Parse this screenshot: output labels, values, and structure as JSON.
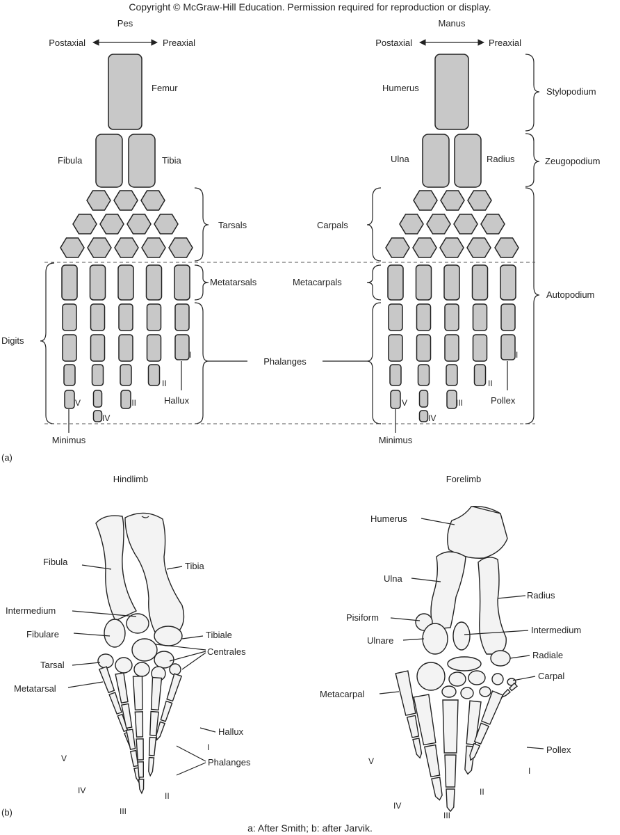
{
  "copyright": "Copyright © McGraw-Hill Education. Permission required for reproduction or display.",
  "panel_a": {
    "tag": "(a)",
    "pes": {
      "title": "Pes",
      "postaxial": "Postaxial",
      "preaxial": "Preaxial",
      "femur": "Femur",
      "fibula": "Fibula",
      "tibia": "Tibia",
      "tarsals": "Tarsals",
      "metatarsals": "Metatarsals",
      "phalanges": "Phalanges",
      "digits": "Digits",
      "hallux": "Hallux",
      "minimus": "Minimus",
      "numerals": [
        "V",
        "IV",
        "III",
        "II",
        "I"
      ]
    },
    "manus": {
      "title": "Manus",
      "postaxial": "Postaxial",
      "preaxial": "Preaxial",
      "humerus": "Humerus",
      "ulna": "Ulna",
      "radius": "Radius",
      "carpals": "Carpals",
      "metacarpals": "Metacarpals",
      "pollex": "Pollex",
      "minimus": "Minimus",
      "numerals": [
        "V",
        "IV",
        "III",
        "II",
        "I"
      ]
    },
    "regions": {
      "stylopodium": "Stylopodium",
      "zeugopodium": "Zeugopodium",
      "autopodium": "Autopodium"
    }
  },
  "panel_b": {
    "tag": "(b)",
    "hindlimb": {
      "title": "Hindlimb",
      "fibula": "Fibula",
      "tibia": "Tibia",
      "intermedium": "Intermedium",
      "fibulare": "Fibulare",
      "tibiale": "Tibiale",
      "centrales": "Centrales",
      "tarsal": "Tarsal",
      "metatarsal": "Metatarsal",
      "hallux": "Hallux",
      "phalanges": "Phalanges",
      "numerals": [
        "V",
        "IV",
        "III",
        "II",
        "I"
      ]
    },
    "forelimb": {
      "title": "Forelimb",
      "humerus": "Humerus",
      "ulna": "Ulna",
      "radius": "Radius",
      "pisiform": "Pisiform",
      "ulnare": "Ulnare",
      "intermedium": "Intermedium",
      "radiale": "Radiale",
      "carpal": "Carpal",
      "metacarpal": "Metacarpal",
      "pollex": "Pollex",
      "numerals": [
        "V",
        "IV",
        "III",
        "II",
        "I"
      ]
    }
  },
  "credit": "a: After Smith; b: after Jarvik."
}
